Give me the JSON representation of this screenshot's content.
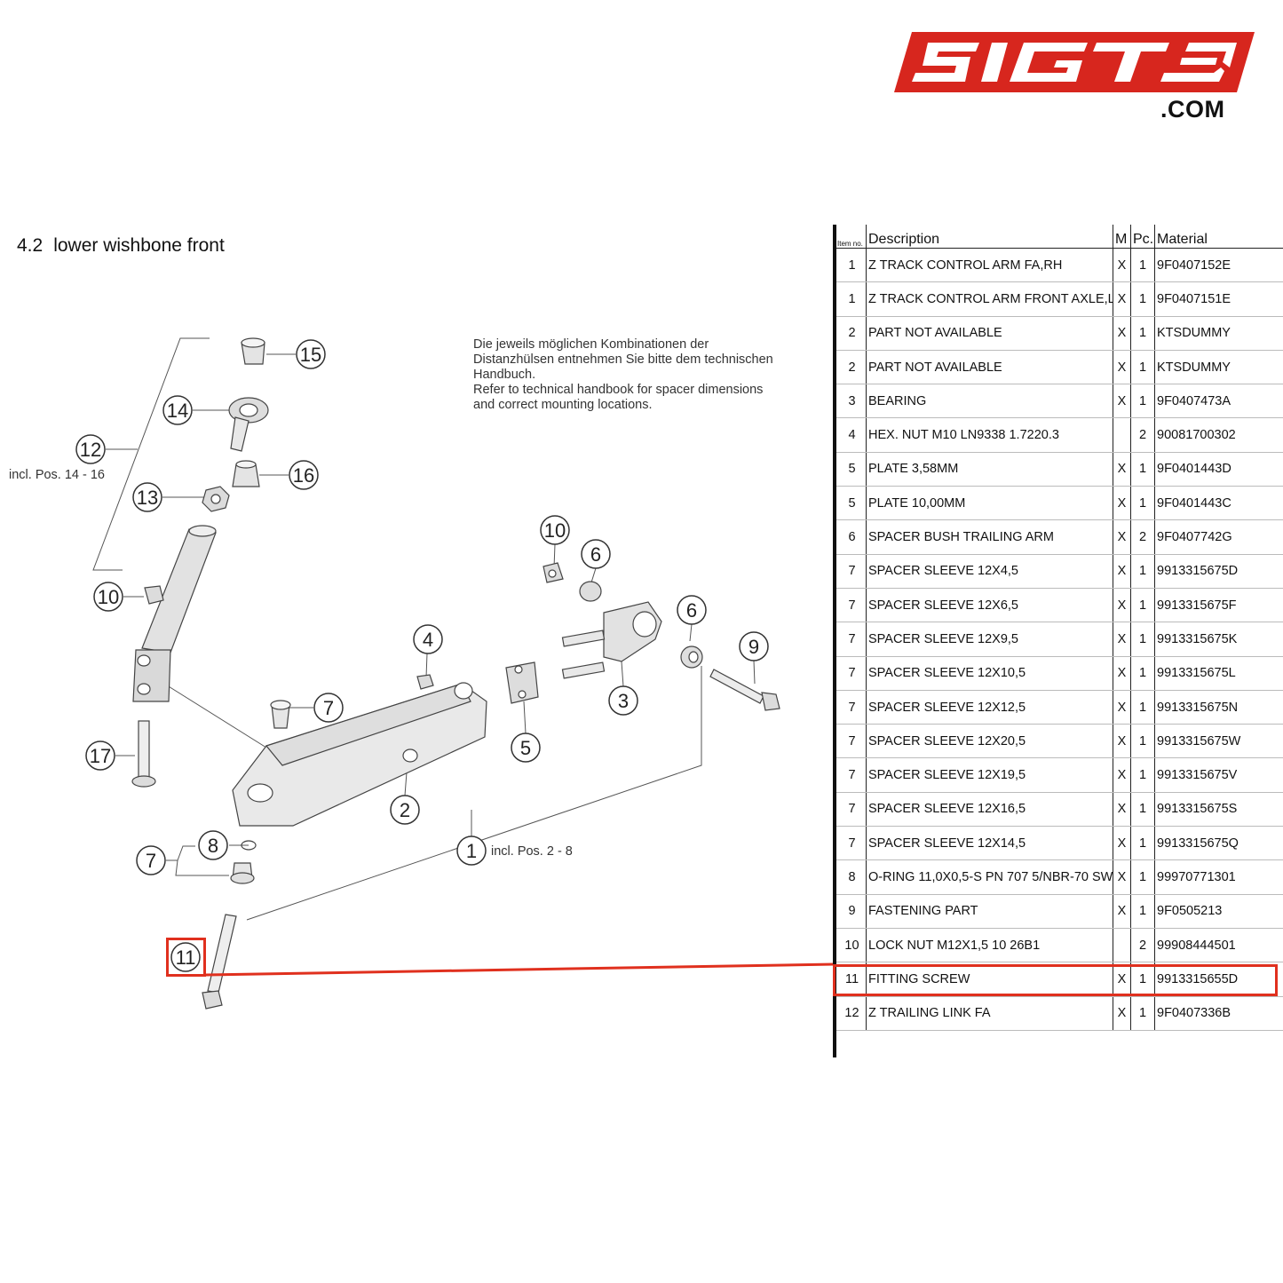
{
  "logo": {
    "brand": "SIGT3",
    "domain": ".COM",
    "color": "#d7261e"
  },
  "section": {
    "number": "4.2",
    "title": "lower wishbone front"
  },
  "note": {
    "lines": [
      "Die jeweils möglichen Kombinationen der",
      "Distanzhülsen entnehmen Sie bitte dem technischen",
      "Handbuch.",
      "Refer to technical handbook for spacer dimensions",
      "and correct mounting locations."
    ]
  },
  "diagram": {
    "callouts": [
      "15",
      "14",
      "12",
      "16",
      "13",
      "10",
      "17",
      "7",
      "4",
      "10",
      "6",
      "6",
      "9",
      "3",
      "5",
      "2",
      "8",
      "7",
      "1",
      "11"
    ],
    "labels": {
      "group12": "incl. Pos. 14 - 16",
      "group1": "incl. Pos. 2 - 8"
    },
    "highlight_color": "#e0301e"
  },
  "table": {
    "headers": {
      "item": "Item no.",
      "description": "Description",
      "m": "M",
      "pc": "Pc.",
      "material": "Material"
    },
    "rows": [
      {
        "item": "1",
        "description": "Z TRACK CONTROL ARM FA,RH",
        "m": "X",
        "pc": "1",
        "material": "9F0407152E"
      },
      {
        "item": "1",
        "description": "Z TRACK CONTROL ARM FRONT AXLE,LH",
        "m": "X",
        "pc": "1",
        "material": "9F0407151E"
      },
      {
        "item": "2",
        "description": "PART NOT AVAILABLE",
        "m": "X",
        "pc": "1",
        "material": "KTSDUMMY"
      },
      {
        "item": "2",
        "description": "PART NOT AVAILABLE",
        "m": "X",
        "pc": "1",
        "material": "KTSDUMMY"
      },
      {
        "item": "3",
        "description": "BEARING",
        "m": "X",
        "pc": "1",
        "material": "9F0407473A"
      },
      {
        "item": "4",
        "description": "HEX. NUT M10 LN9338 1.7220.3",
        "m": "",
        "pc": "2",
        "material": "90081700302"
      },
      {
        "item": "5",
        "description": "PLATE 3,58MM",
        "m": "X",
        "pc": "1",
        "material": "9F0401443D"
      },
      {
        "item": "5",
        "description": "PLATE 10,00MM",
        "m": "X",
        "pc": "1",
        "material": "9F0401443C"
      },
      {
        "item": "6",
        "description": "SPACER BUSH TRAILING ARM",
        "m": "X",
        "pc": "2",
        "material": "9F0407742G"
      },
      {
        "item": "7",
        "description": "SPACER SLEEVE 12X4,5",
        "m": "X",
        "pc": "1",
        "material": "9913315675D"
      },
      {
        "item": "7",
        "description": "SPACER SLEEVE 12X6,5",
        "m": "X",
        "pc": "1",
        "material": "9913315675F"
      },
      {
        "item": "7",
        "description": "SPACER SLEEVE 12X9,5",
        "m": "X",
        "pc": "1",
        "material": "9913315675K"
      },
      {
        "item": "7",
        "description": "SPACER SLEEVE 12X10,5",
        "m": "X",
        "pc": "1",
        "material": "9913315675L"
      },
      {
        "item": "7",
        "description": "SPACER SLEEVE 12X12,5",
        "m": "X",
        "pc": "1",
        "material": "9913315675N"
      },
      {
        "item": "7",
        "description": "SPACER SLEEVE 12X20,5",
        "m": "X",
        "pc": "1",
        "material": "9913315675W"
      },
      {
        "item": "7",
        "description": "SPACER SLEEVE 12X19,5",
        "m": "X",
        "pc": "1",
        "material": "9913315675V"
      },
      {
        "item": "7",
        "description": "SPACER SLEEVE 12X16,5",
        "m": "X",
        "pc": "1",
        "material": "9913315675S"
      },
      {
        "item": "7",
        "description": "SPACER SLEEVE 12X14,5",
        "m": "X",
        "pc": "1",
        "material": "9913315675Q"
      },
      {
        "item": "8",
        "description": "O-RING 11,0X0,5-S PN 707 5/NBR-70 SW",
        "m": "X",
        "pc": "1",
        "material": "99970771301"
      },
      {
        "item": "9",
        "description": "FASTENING PART",
        "m": "X",
        "pc": "1",
        "material": "9F0505213"
      },
      {
        "item": "10",
        "description": "LOCK NUT M12X1,5 10 26B1",
        "m": "",
        "pc": "2",
        "material": "99908444501"
      },
      {
        "item": "11",
        "description": "FITTING SCREW",
        "m": "X",
        "pc": "1",
        "material": "9913315655D"
      },
      {
        "item": "12",
        "description": "Z TRAILING LINK FA",
        "m": "X",
        "pc": "1",
        "material": "9F0407336B"
      }
    ],
    "highlighted_row_index": 21
  }
}
